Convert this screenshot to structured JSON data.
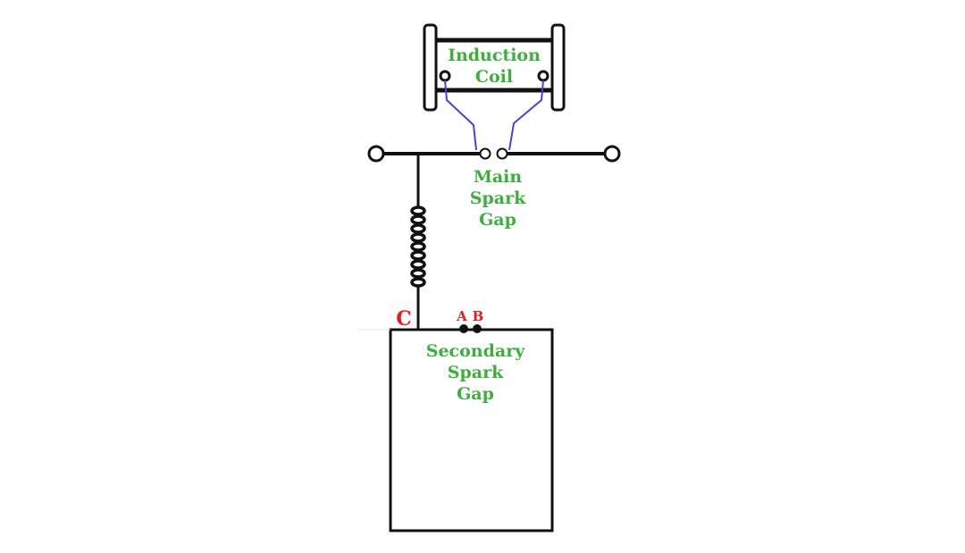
{
  "labels": {
    "induction_coil_line1": "Induction",
    "induction_coil_line2": "Coil",
    "main_gap_line1": "Main",
    "main_gap_line2": "Spark",
    "main_gap_line3": "Gap",
    "secondary_gap_line1": "Secondary",
    "secondary_gap_line2": "Spark",
    "secondary_gap_line3": "Gap",
    "point_a": "A",
    "point_b": "B",
    "point_c": "C"
  },
  "colors": {
    "label_green": "#3fae3f",
    "label_red": "#e02020",
    "coil_wire": "#4444cc",
    "line": "#111111"
  }
}
